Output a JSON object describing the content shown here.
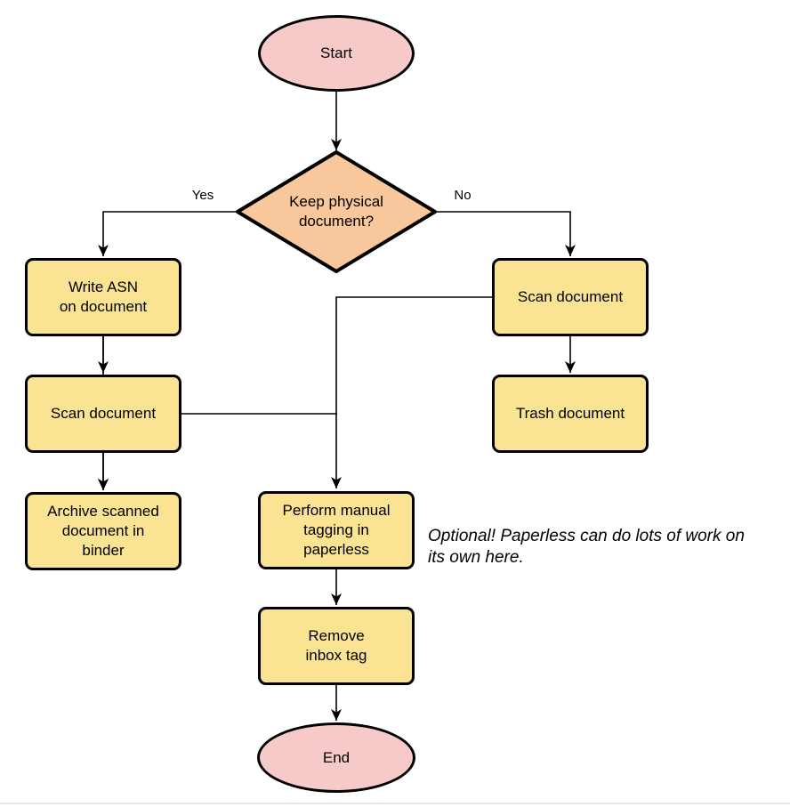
{
  "colors": {
    "terminal_fill": "#f7caca",
    "process_fill": "#fbe394",
    "decision_fill": "#f9c79c",
    "stroke": "#000000",
    "bottom_rule": "#e9e4d6"
  },
  "nodes": {
    "start": {
      "label": "Start",
      "type": "terminal"
    },
    "decision": {
      "label": "Keep physical\ndocument?",
      "type": "decision"
    },
    "write_asn": {
      "label": "Write ASN\non document",
      "type": "process"
    },
    "scan_left": {
      "label": "Scan document",
      "type": "process"
    },
    "archive": {
      "label": "Archive scanned\ndocument in\nbinder",
      "type": "process"
    },
    "scan_right": {
      "label": "Scan document",
      "type": "process"
    },
    "trash": {
      "label": "Trash document",
      "type": "process"
    },
    "tagging": {
      "label": "Perform manual\ntagging in\npaperless",
      "type": "process"
    },
    "remove_inbox": {
      "label": "Remove\ninbox tag",
      "type": "process"
    },
    "end": {
      "label": "End",
      "type": "terminal"
    }
  },
  "edge_labels": {
    "yes": "Yes",
    "no": "No"
  },
  "annotation": {
    "text": "Optional! Paperless can do lots of work on\nits own here."
  }
}
